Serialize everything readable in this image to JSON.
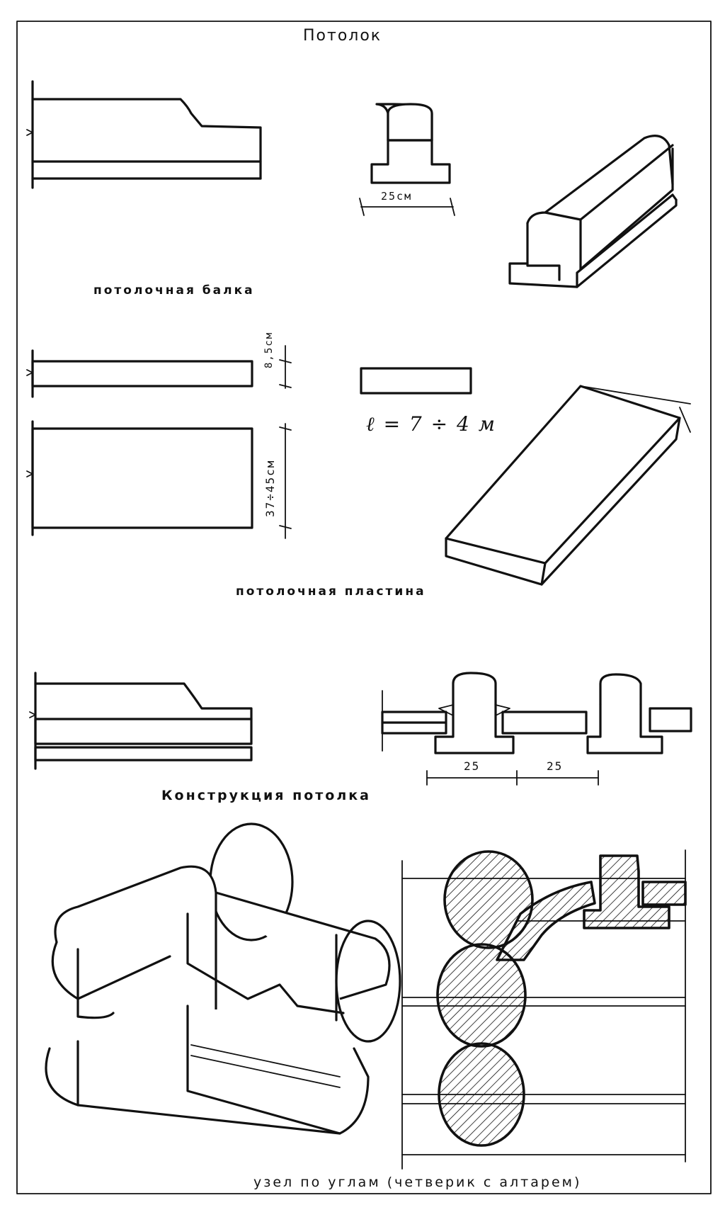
{
  "title": "Потолок",
  "sections": {
    "beam": {
      "caption": "потолочная балка",
      "width_dim": "25см"
    },
    "plate": {
      "caption": "потолочная пластина",
      "thickness_dim": "8,5см",
      "width_dim": "37÷45см",
      "length_formula": "ℓ = 7 ÷ 4 м"
    },
    "construction": {
      "caption": "Конструкция потолка",
      "dim_left": "25",
      "dim_right": "25"
    },
    "corner_joint": {
      "caption": "узел по углам (четверик с алтарем)"
    }
  }
}
